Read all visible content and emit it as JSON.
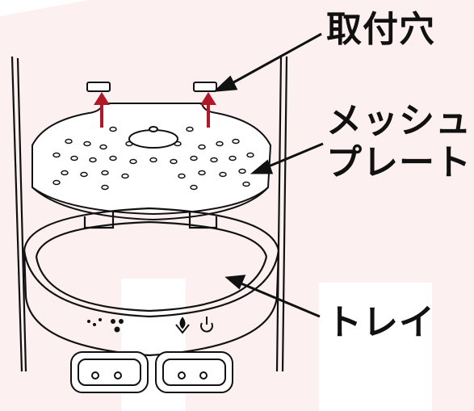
{
  "labels": {
    "mounting_holes": "取付穴",
    "mesh_plate_line1": "メッシュ",
    "mesh_plate_line2": "プレート",
    "tray": "トレイ"
  },
  "colors": {
    "background_tint": "#fdf0f1",
    "line": "#111111",
    "arrow_red": "#b0182a"
  },
  "icons": [
    "mist-level-icon",
    "water-drop-icon",
    "power-icon"
  ]
}
